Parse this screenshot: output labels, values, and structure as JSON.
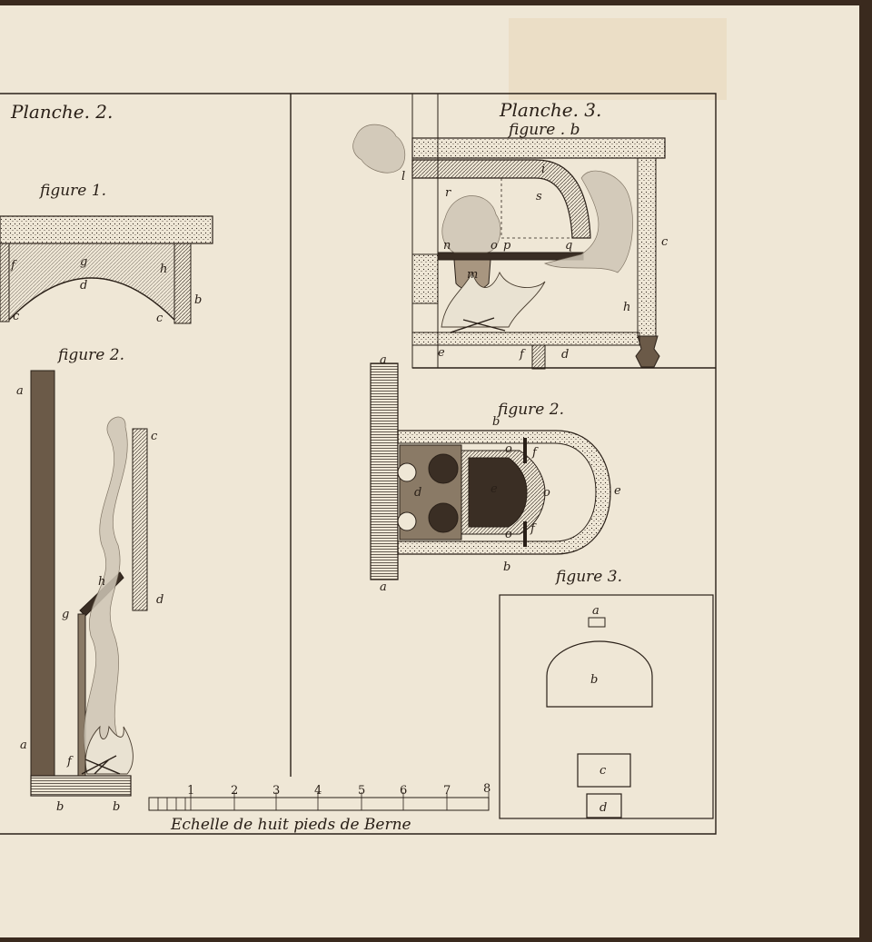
{
  "plates": {
    "left": {
      "title": "Planche. 2.",
      "fig1": {
        "caption": "figure 1.",
        "labels": {
          "f": "f",
          "g": "g",
          "h": "h",
          "d": "d",
          "c1": "c",
          "c2": "c",
          "b": "b"
        }
      },
      "fig2": {
        "caption": "figure 2.",
        "labels": {
          "a1": "a",
          "c": "c",
          "h": "h",
          "d": "d",
          "g": "g",
          "a2": "a",
          "f": "f",
          "b1": "b",
          "b2": "b"
        }
      }
    },
    "right": {
      "title": "Planche. 3.",
      "fig1": {
        "caption": "figure . b",
        "labels": {
          "l": "l",
          "i": "i",
          "r": "r",
          "s": "s",
          "n": "n",
          "o": "o",
          "p": "p",
          "q": "q",
          "m": "m",
          "c": "c",
          "h": "h",
          "e": "e",
          "f": "f",
          "d": "d"
        }
      },
      "fig2": {
        "caption": "figure 2.",
        "labels": {
          "a1": "a",
          "b1": "b",
          "o1": "o",
          "f1": "f",
          "d": "d",
          "e1": "e",
          "o2": "o",
          "e2": "e",
          "o3": "o",
          "f2": "f",
          "b2": "b",
          "a2": "a"
        }
      },
      "fig3": {
        "caption": "figure 3.",
        "labels": {
          "a": "a",
          "b": "b",
          "c": "c",
          "d": "d"
        }
      }
    }
  },
  "scale": {
    "ticks": [
      "1",
      "2",
      "3",
      "4",
      "5",
      "6",
      "7",
      "8"
    ],
    "caption": "Echelle de huit pieds de Berne"
  },
  "colors": {
    "paper": "#efe7d6",
    "ink": "#2a2018",
    "wall": "#6b5a48",
    "background": "#3a2a1e"
  }
}
